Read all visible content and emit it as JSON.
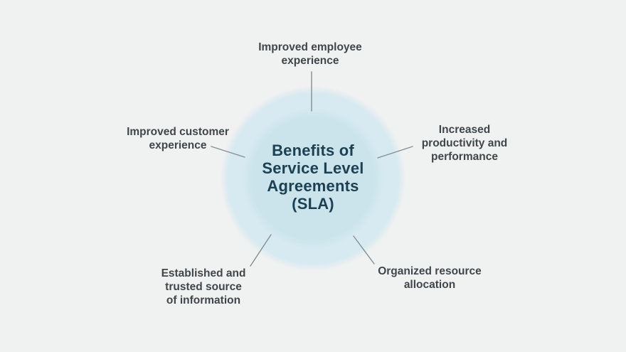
{
  "diagram": {
    "center_title": "Benefits of\nService Level\nAgreements\n(SLA)",
    "labels": [
      {
        "position": "top",
        "text": "Improved employee\nexperience"
      },
      {
        "position": "right",
        "text": "Increased\nproductivity and\nperformance"
      },
      {
        "position": "bottom-right",
        "text": "Organized resource\nallocation"
      },
      {
        "position": "bottom-left",
        "text": "Established and\ntrusted source\nof information"
      },
      {
        "position": "left",
        "text": "Improved customer\nexperience"
      }
    ],
    "colors": {
      "background": "#f0f1f1",
      "outer_circle": "#d8eaf1",
      "inner_circle": "#cbe4ec",
      "title_text": "#1d4152",
      "label_text": "#40464a",
      "connector_line": "#858e93"
    }
  }
}
